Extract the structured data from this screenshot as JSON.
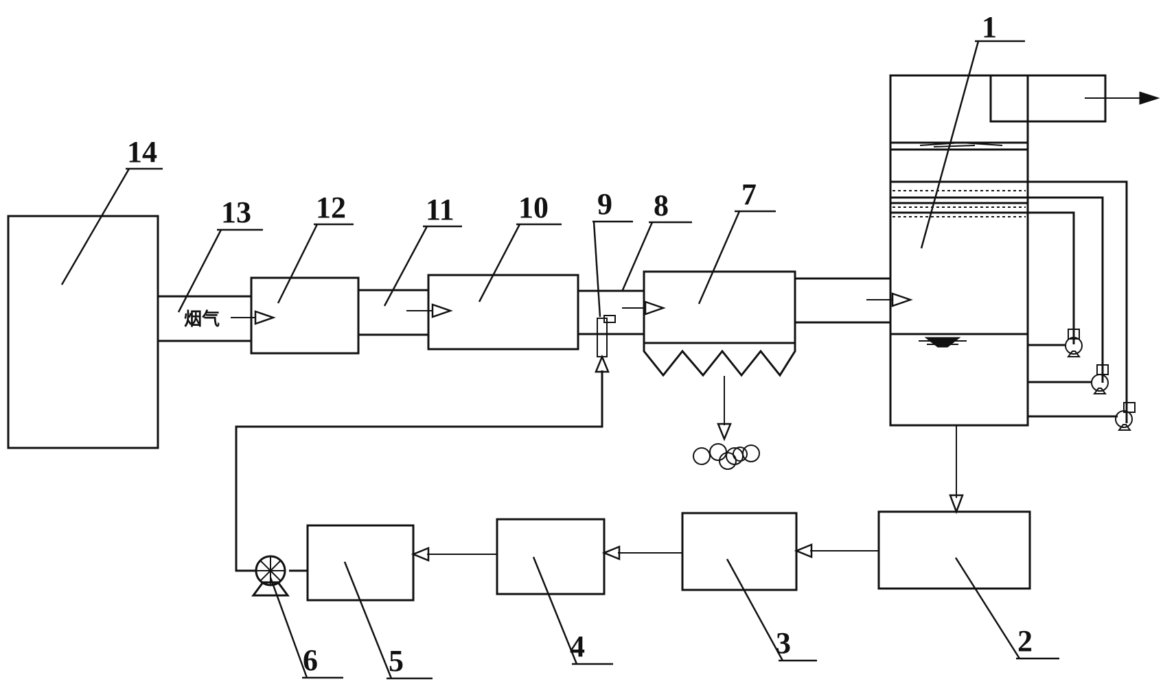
{
  "diagram": {
    "flow_label": "烟气",
    "particles_icon": "particle-cluster-icon",
    "labels": {
      "n1": "1",
      "n2": "2",
      "n3": "3",
      "n4": "4",
      "n5": "5",
      "n6": "6",
      "n7": "7",
      "n8": "8",
      "n9": "9",
      "n10": "10",
      "n11": "11",
      "n12": "12",
      "n13": "13",
      "n14": "14"
    }
  }
}
